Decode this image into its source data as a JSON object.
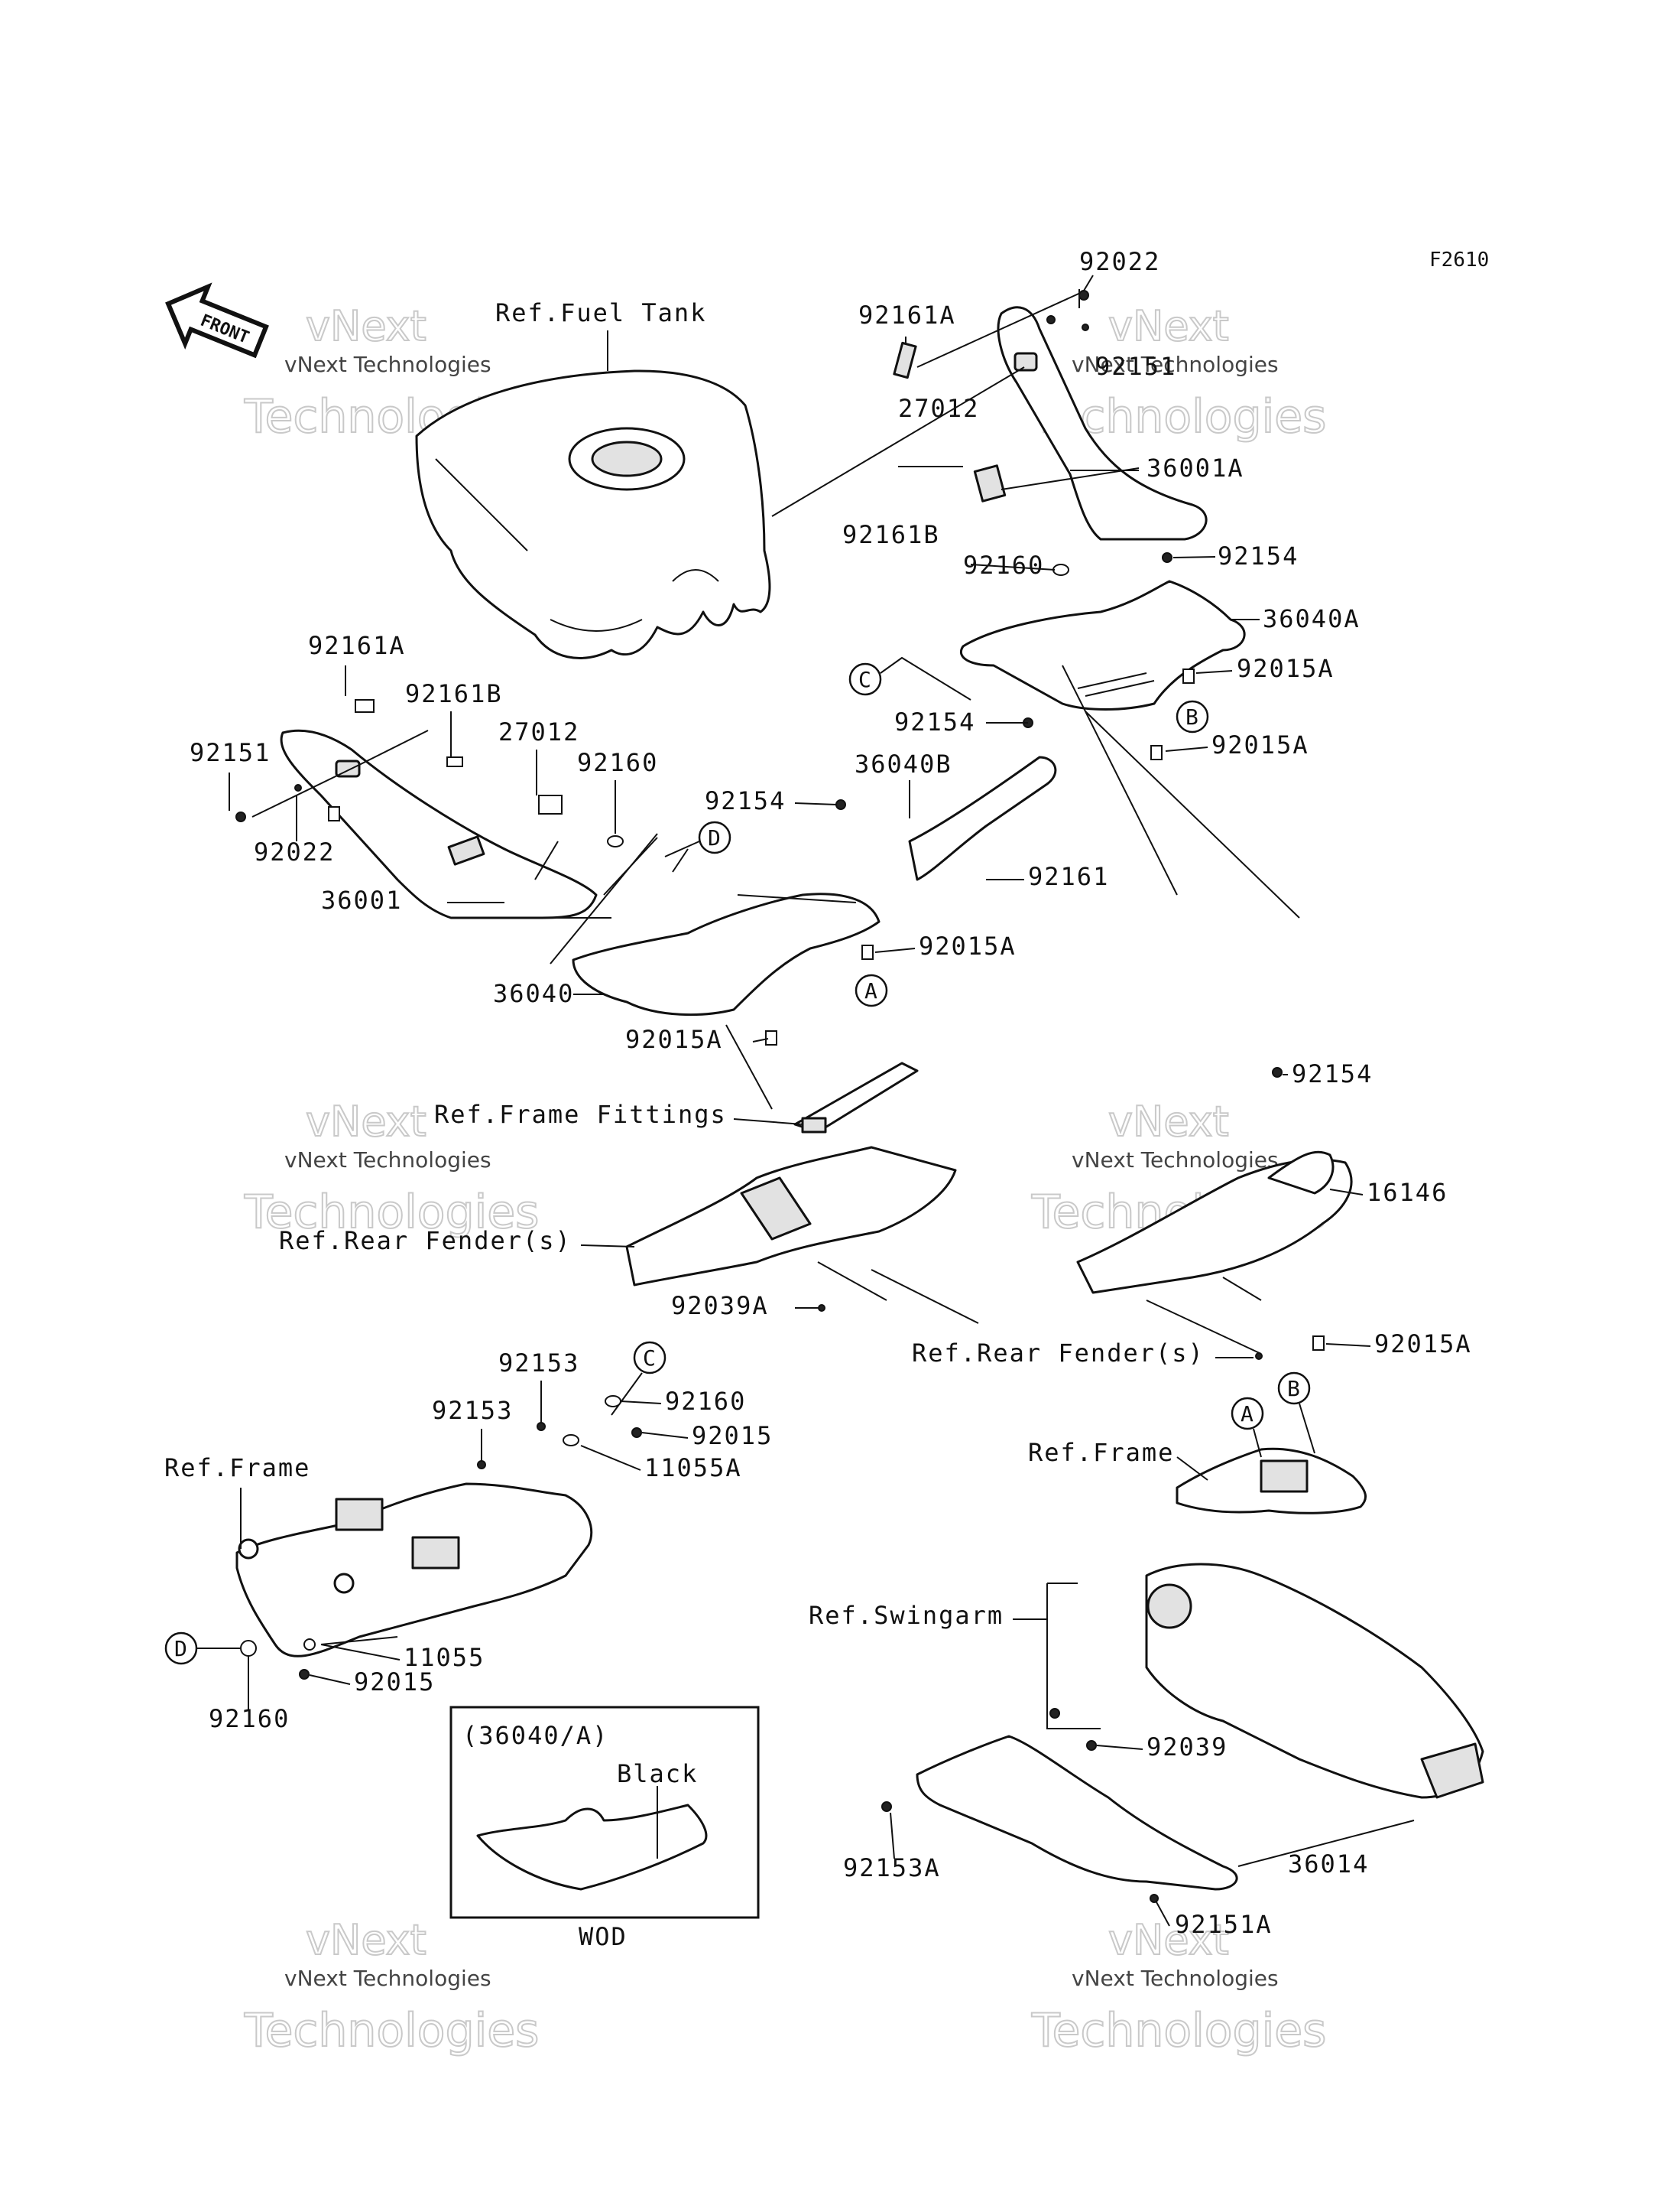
{
  "figure_code": "F2610",
  "front_label": "FRONT",
  "watermark": {
    "line1": "vNext",
    "line2": "Technologies",
    "small": "vNext Technologies"
  },
  "refs": {
    "fuel_tank": "Ref.Fuel Tank",
    "frame_fittings": "Ref.Frame Fittings",
    "rear_fender_left": "Ref.Rear Fender(s)",
    "rear_fender_right": "Ref.Rear Fender(s)",
    "frame_left": "Ref.Frame",
    "frame_right": "Ref.Frame",
    "swingarm": "Ref.Swingarm"
  },
  "callouts": {
    "A": "A",
    "B": "B",
    "C": "C",
    "D": "D"
  },
  "inset": {
    "title": "(36040/A)",
    "color_label": "Black",
    "footer": "WOD"
  },
  "parts": {
    "p92022_top": "92022",
    "p92161A_top": "92161A",
    "p92151_top": "92151",
    "p27012_top": "27012",
    "p36001A": "36001A",
    "p92161B_top": "92161B",
    "p92160_top": "92160",
    "p92154_top": "92154",
    "p36040A": "36040A",
    "p92015A_1": "92015A",
    "p92154_2": "92154",
    "p92015A_2": "92015A",
    "p36040B": "36040B",
    "p92161": "92161",
    "p92161A_left": "92161A",
    "p92161B_left": "92161B",
    "p27012_left": "27012",
    "p92160_left": "92160",
    "p92151_left": "92151",
    "p92022_left": "92022",
    "p36001": "36001",
    "p92154_3": "92154",
    "p92015A_3": "92015A",
    "p36040": "36040",
    "p92015A_4": "92015A",
    "p92154_4": "92154",
    "p16146": "16146",
    "p92039A": "92039A",
    "p92015A_5": "92015A",
    "p92153_1": "92153",
    "p92153_2": "92153",
    "p92160_3": "92160",
    "p92015_1": "92015",
    "p11055A": "11055A",
    "p11055": "11055",
    "p92015_2": "92015",
    "p92160_4": "92160",
    "p92039": "92039",
    "p92153A": "92153A",
    "p36014": "36014",
    "p92151A": "92151A"
  }
}
